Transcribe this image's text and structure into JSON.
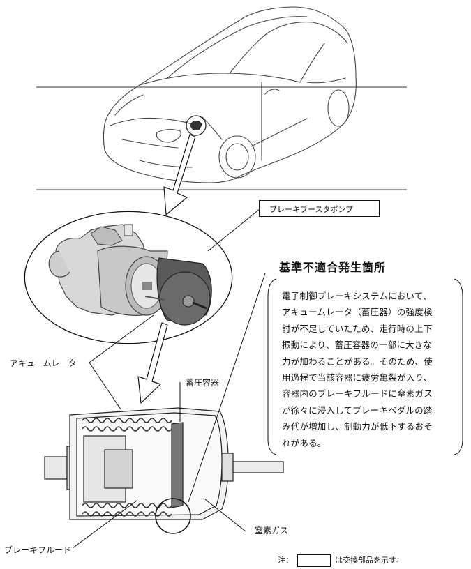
{
  "labels": {
    "pump": "ブレーキブースタポンプ",
    "heading": "基準不適合発生箇所",
    "accumulator": "アキュームレータ",
    "container": "蓄圧容器",
    "nitrogen": "窒素ガス",
    "fluid": "ブレーキフルード"
  },
  "description": [
    "電子制御ブレーキシステムにおいて、",
    "アキュームレータ（蓄圧器）の強度検",
    "討が不足していたため、走行時の上下",
    "振動により、蓄圧容器の一部に大きな",
    "力が加わることがある。そのため、使",
    "用過程で当該容器に疲労亀裂が入り、",
    "容器内のブレーキフルードに窒素ガス",
    "が徐々に浸入してブレーキペダルの踏",
    "み代が増加し、制動力が低下するおそ",
    "れがある。"
  ],
  "note": {
    "prefix": "注：",
    "suffix": "は交換部品を示す。"
  }
}
